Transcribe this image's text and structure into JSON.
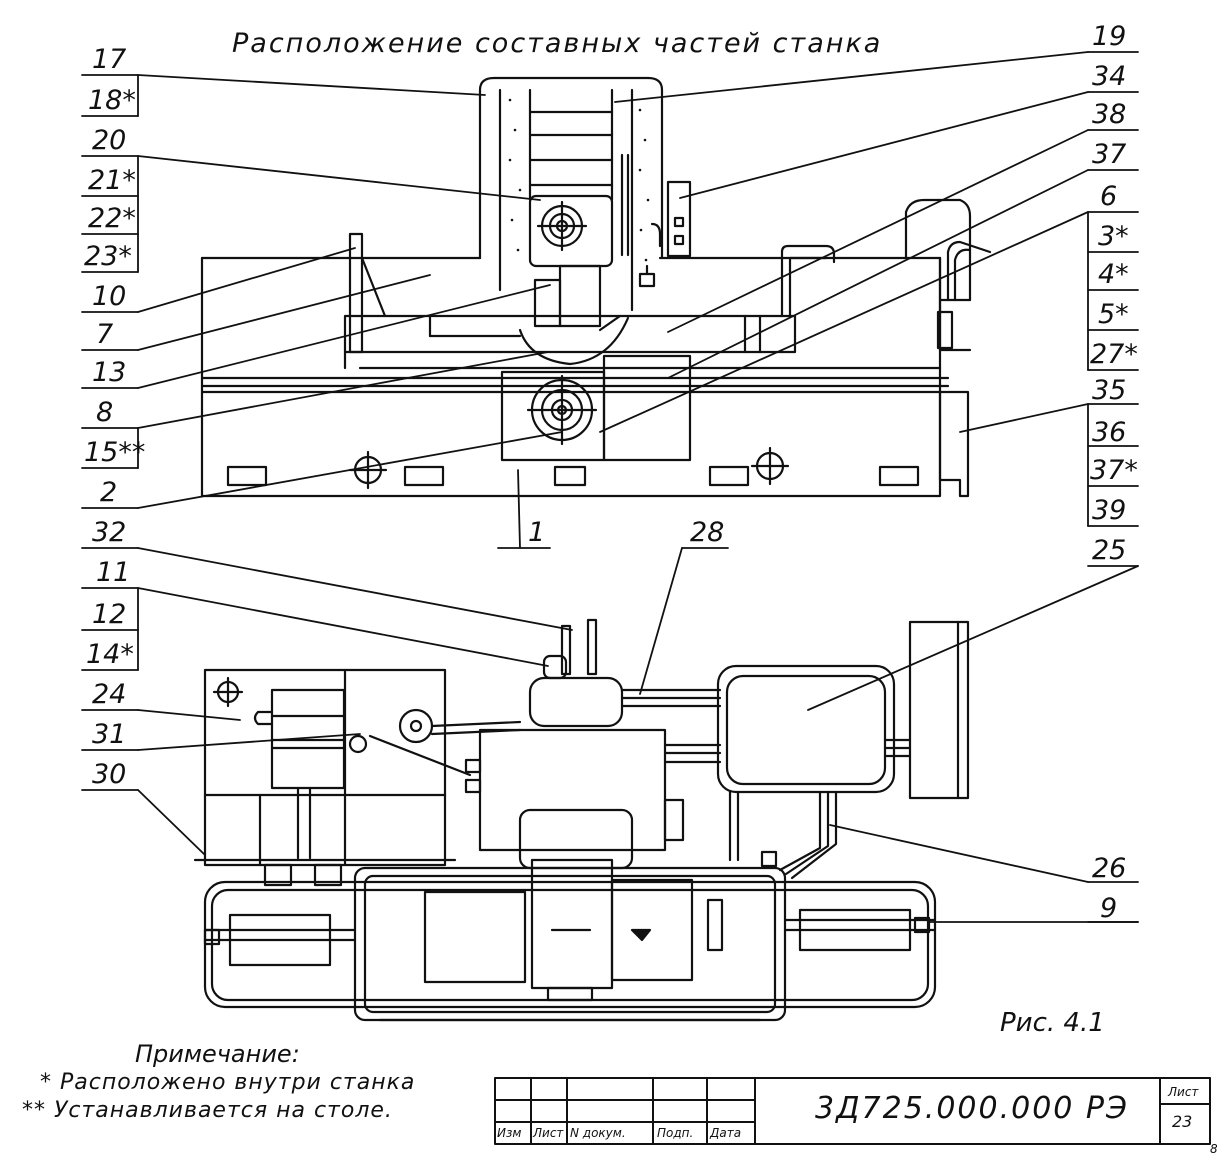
{
  "title": "Расположение составных частей станка",
  "left_labels": [
    "17",
    "18*",
    "20",
    "21*",
    "22*",
    "23*",
    "10",
    "7",
    "13",
    "8",
    "15**",
    "2",
    "32",
    "11",
    "12",
    "14*",
    "24",
    "31",
    "30"
  ],
  "right_labels": [
    "19",
    "34",
    "38",
    "37",
    "6",
    "3*",
    "4*",
    "5*",
    "27*",
    "35",
    "36",
    "37*",
    "39",
    "25",
    "26",
    "9"
  ],
  "center_labels": [
    "1",
    "28"
  ],
  "figure_caption": "Рис. 4.1",
  "notes": {
    "title": "Примечание:",
    "lines": [
      "*  Расположено внутри станка",
      "** Устанавливается на столе."
    ]
  },
  "title_block": {
    "columns": [
      "Изм",
      "Лист",
      "N докум.",
      "Подп.",
      "Дата"
    ],
    "document_code": "3Д725.000.000 РЭ",
    "sheet_label": "Лист",
    "sheet_number": "23",
    "corner_mark": "8"
  }
}
